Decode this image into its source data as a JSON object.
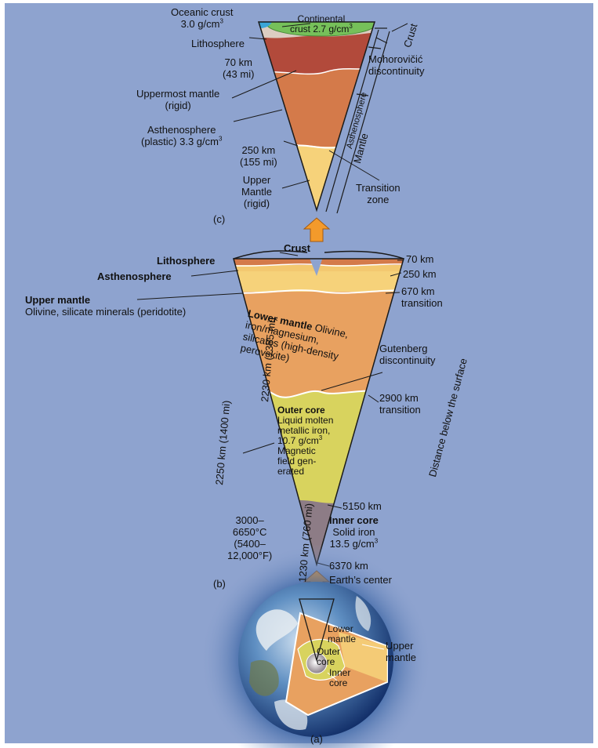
{
  "panel_c": {
    "tag": "(c)",
    "oceanic_crust": "Oceanic crust",
    "oceanic_density": "3.0 g/cm",
    "continental_crust": "Continental",
    "continental_density": "crust 2.7 g/cm",
    "lithosphere": "Lithosphere",
    "depth_70": "70 km",
    "depth_70_mi": "(43 mi)",
    "uppermost_mantle": "Uppermost mantle",
    "uppermost_state": "(rigid)",
    "asthenosphere": "Asthenosphere",
    "asthenosphere_state": "(plastic) 3.3 g/cm",
    "depth_250": "250 km",
    "depth_250_mi": "(155 mi)",
    "upper_mantle_1": "Upper",
    "upper_mantle_2": "Mantle",
    "upper_mantle_3": "(rigid)",
    "transition_1": "Transition",
    "transition_2": "zone",
    "crust_vertical": "Crust",
    "moho_1": "Mohorovičić",
    "moho_2": "discontinuity",
    "asthenosphere_vertical": "Asthenosphere",
    "mantle_vertical": "Mantle",
    "superscript": "3"
  },
  "panel_b": {
    "tag": "(b)",
    "crust": "Crust",
    "lithosphere": "Lithosphere",
    "asthenosphere": "Asthenosphere",
    "upper_mantle": "Upper mantle",
    "upper_mantle_desc": "Olivine, silicate minerals (peridotite)",
    "lower_mantle_title": "Lower mantle",
    "lower_mantle_l1": "Olivine,",
    "lower_mantle_l2": "iron/magnesium,",
    "lower_mantle_l3": "silicates (high-density",
    "lower_mantle_l4": "perovskite)",
    "depth_70": "70 km",
    "depth_250": "250 km",
    "depth_670": "670 km",
    "transition_670": "transition",
    "gutenberg_1": "Gutenberg",
    "gutenberg_2": "discontinuity",
    "depth_2900": "2900 km",
    "transition_2900": "transition",
    "distance_vertical": "Distance below the surface",
    "lower_thickness": "2230 km (1385 mi)",
    "outer_thickness": "2250 km (1400 mi)",
    "inner_thickness": "1230 km (760 mi)",
    "outer_core_title": "Outer core",
    "outer_core_l1": "Liquid molten",
    "outer_core_l2": "metallic iron,",
    "outer_core_l3": "10.7 g/cm",
    "outer_core_l4": "Magnetic",
    "outer_core_l5": "field gen-",
    "outer_core_l6": "erated",
    "depth_5150": "5150 km",
    "inner_core_title": "Inner core",
    "inner_core_l1": "Solid iron",
    "inner_core_l2": "13.5 g/cm",
    "depth_6370": "6370 km",
    "earth_center": "Earth’s center",
    "temp_l1": "3000–",
    "temp_l2": "6650°C",
    "temp_l3": "(5400–",
    "temp_l4": "12,000°F)",
    "superscript": "3"
  },
  "panel_a": {
    "tag": "(a)",
    "lower_mantle_1": "Lower",
    "lower_mantle_2": "mantle",
    "upper_mantle_1": "Upper",
    "upper_mantle_2": "mantle",
    "outer_core_1": "Outer",
    "outer_core_2": "core",
    "inner_core_1": "Inner",
    "inner_core_2": "core"
  },
  "colors": {
    "background": "#8ea3cf",
    "continental_crust": "#76c05a",
    "oceanic_crust": "#3aa6d8",
    "lithosphere": "#b24a3b",
    "asthenosphere": "#d47a4a",
    "upper_mantle": "#f6d27a",
    "lower_mantle": "#e8a160",
    "outer_core": "#d8d35e",
    "inner_core": "#8d7c86",
    "arrow": "#f39a2b"
  }
}
